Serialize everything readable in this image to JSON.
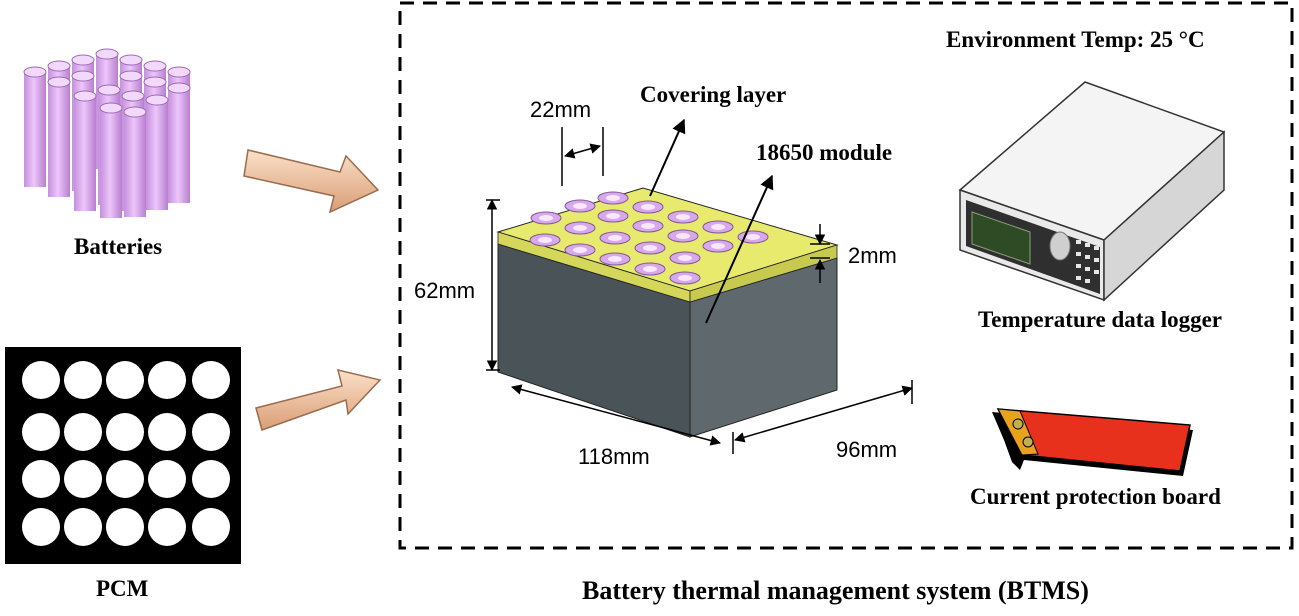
{
  "labels": {
    "batteries": "Batteries",
    "pcm": "PCM",
    "environment": "Environment Temp:  25 °C",
    "covering_layer": "Covering layer",
    "module": "18650 module",
    "dim_22": "22mm",
    "dim_2": "2mm",
    "dim_62": "62mm",
    "dim_118": "118mm",
    "dim_96": "96mm",
    "logger": "Temperature data logger",
    "board": "Current protection board",
    "btms": "Battery thermal management system (BTMS)"
  },
  "colors": {
    "battery": "#d9a7ec",
    "pcm_bg": "#000000",
    "arrow": "#f3c9a8",
    "module_front": "#4a5358",
    "module_side": "#5f686d",
    "top_layer": "#e7ea6d",
    "board": "#e8311c"
  }
}
